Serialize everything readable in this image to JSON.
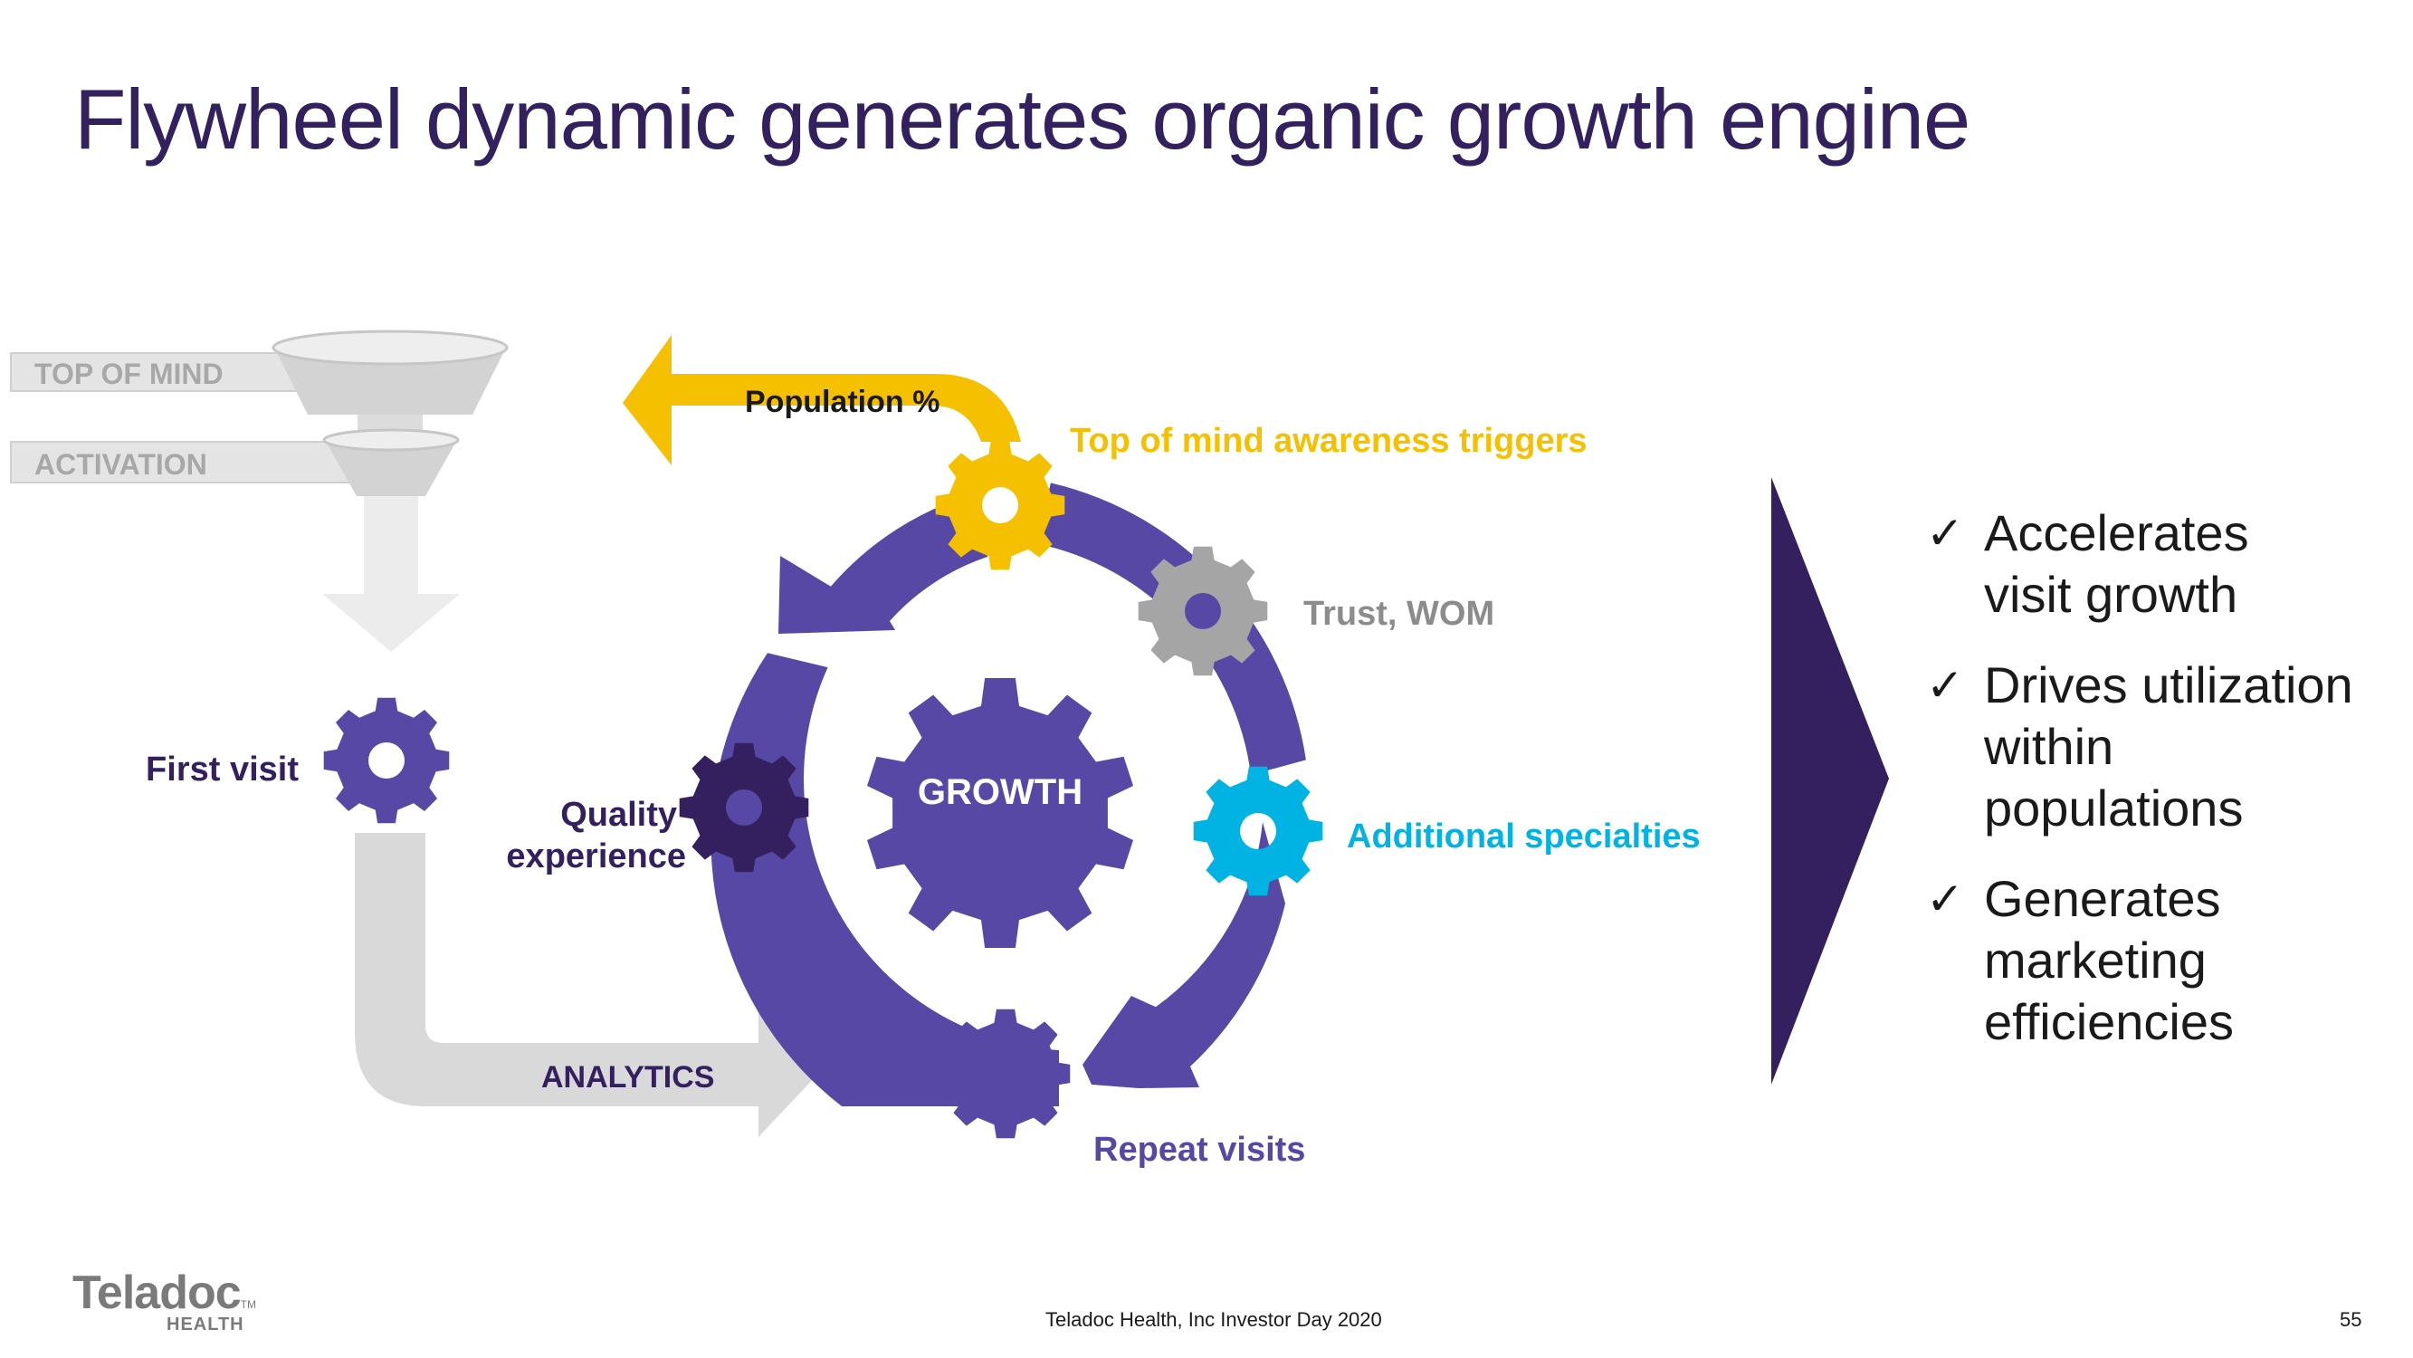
{
  "title": "Flywheel dynamic generates organic growth engine",
  "funnel": {
    "top_label": "TOP OF MIND",
    "second_label": "ACTIVATION"
  },
  "flywheel": {
    "population_label": "Population %",
    "center_label": "GROWTH",
    "first_visit": "First visit",
    "quality_line1": "Quality",
    "quality_line2": "experience",
    "analytics": "ANALYTICS",
    "top_of_mind_triggers": "Top of mind awareness triggers",
    "trust_wom": "Trust, WOM",
    "additional_specialties": "Additional specialties",
    "repeat_visits": "Repeat visits"
  },
  "colors": {
    "title": "#33205f",
    "purple": "#5748a5",
    "dark_purple": "#35205f",
    "yellow": "#f4c000",
    "gray": "#a5a5a5",
    "cyan": "#00b3e3",
    "light_gray": "#d9d9d9"
  },
  "bullets": [
    {
      "line1": "Accelerates",
      "line2": "visit growth",
      "line3": ""
    },
    {
      "line1": "Drives utilization",
      "line2": "within",
      "line3": "populations"
    },
    {
      "line1": "Generates",
      "line2": "marketing",
      "line3": "efficiencies"
    }
  ],
  "bullet_icon": "check-icon",
  "footer": {
    "logo_word": "Teladoc",
    "logo_tm": "TM",
    "logo_sub": "HEALTH",
    "text": "Teladoc Health, Inc Investor Day 2020",
    "page_number": "55"
  }
}
